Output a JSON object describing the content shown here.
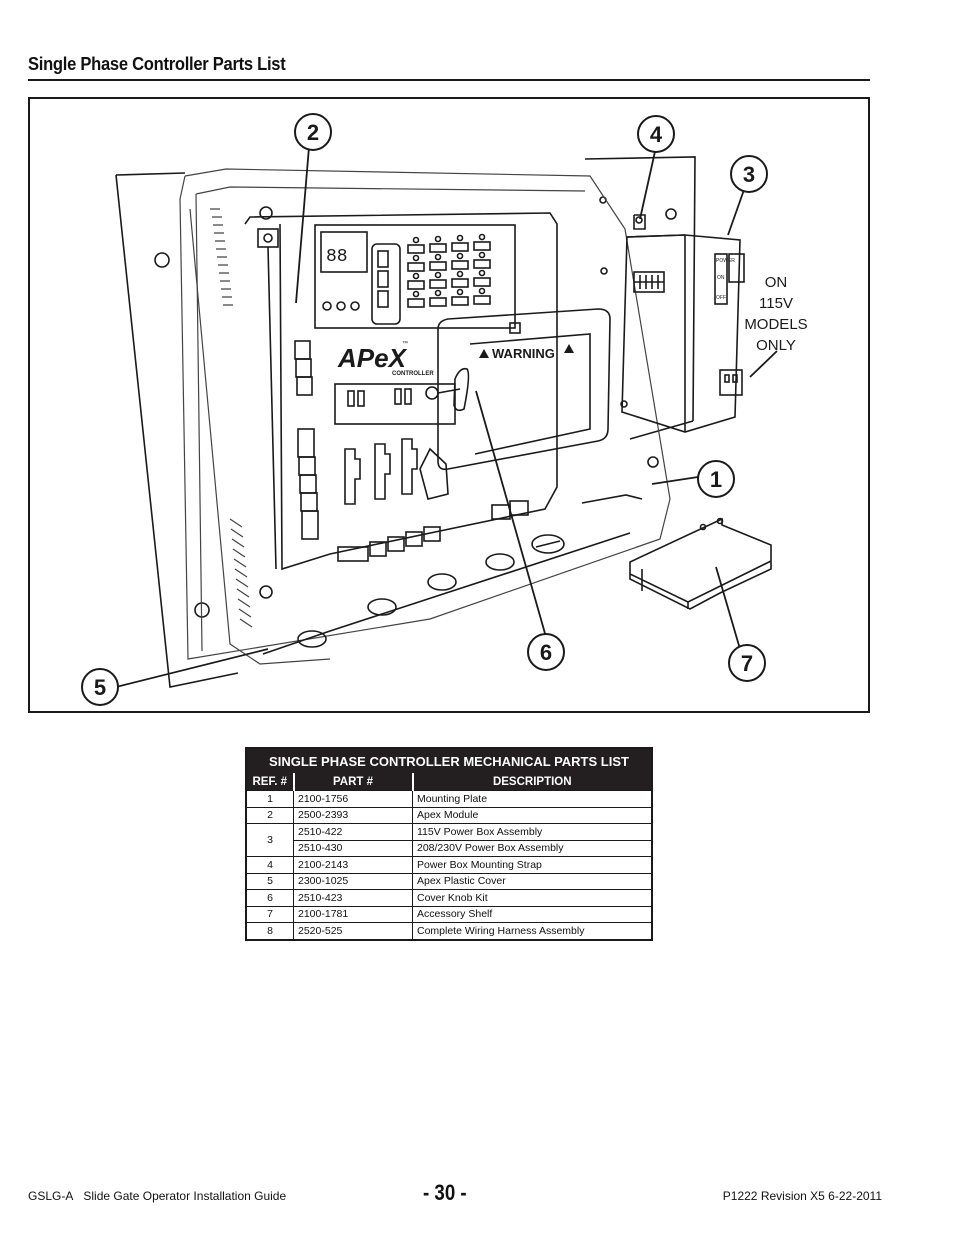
{
  "page": {
    "section_title": "Single Phase Controller Parts List"
  },
  "figure": {
    "callouts": [
      {
        "ref": "1",
        "target": "Mounting Plate"
      },
      {
        "ref": "2",
        "target": "Apex Module"
      },
      {
        "ref": "3",
        "target": "Power Box Assembly"
      },
      {
        "ref": "4",
        "target": "Power Box Mounting Strap"
      },
      {
        "ref": "5",
        "target": "Apex Plastic Cover"
      },
      {
        "ref": "6",
        "target": "Cover Knob Kit"
      },
      {
        "ref": "7",
        "target": "Accessory Shelf"
      }
    ],
    "note_lines": [
      "ON",
      "115V",
      "MODELS",
      "ONLY"
    ],
    "brand_logo": "APeX",
    "brand_sub": "CONTROLLER",
    "brand_tm": "™",
    "warning_label": "WARNING",
    "display_digits": "88",
    "switch_labels": {
      "power": "POWER",
      "on": "ON",
      "off": "OFF"
    }
  },
  "table": {
    "caption": "SINGLE PHASE CONTROLLER MECHANICAL PARTS LIST",
    "headers": [
      "REF. #",
      "PART #",
      "DESCRIPTION"
    ],
    "rows": [
      {
        "ref": "1",
        "part": "2100-1756",
        "description": "Mounting Plate"
      },
      {
        "ref": "2",
        "part": "2500-2393",
        "description": "Apex Module"
      },
      {
        "ref": "3",
        "part": "2510-422",
        "description": "115V Power Box Assembly"
      },
      {
        "ref": "",
        "part": "2510-430",
        "description": "208/230V Power Box Assembly"
      },
      {
        "ref": "4",
        "part": "2100-2143",
        "description": "Power Box Mounting Strap"
      },
      {
        "ref": "5",
        "part": "2300-1025",
        "description": "Apex Plastic Cover"
      },
      {
        "ref": "6",
        "part": "2510-423",
        "description": "Cover Knob Kit"
      },
      {
        "ref": "7",
        "part": "2100-1781",
        "description": "Accessory Shelf"
      },
      {
        "ref": "8",
        "part": "2520-525",
        "description": "Complete Wiring Harness Assembly"
      }
    ]
  },
  "footer": {
    "doc_code": "GSLG-A",
    "doc_title": "Slide Gate Operator Installation Guide",
    "page_number": "- 30 -",
    "revision": "P1222 Revision X5 6-22-2011"
  }
}
